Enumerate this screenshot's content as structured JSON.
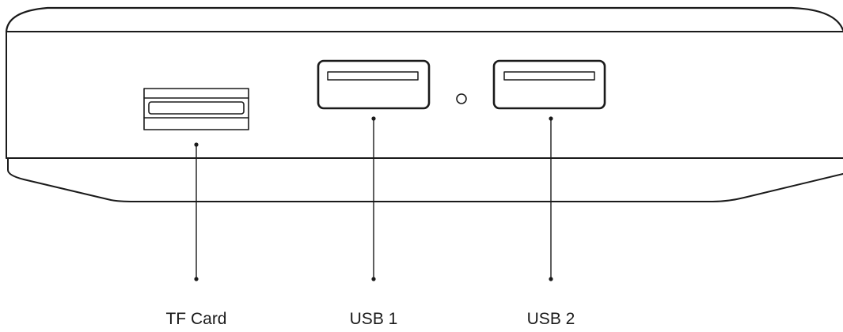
{
  "diagram": {
    "labels": {
      "tf_card": "TF Card",
      "usb1": "USB 1",
      "usb2": "USB 2"
    },
    "colors": {
      "stroke": "#1a1a1a",
      "background": "#ffffff"
    }
  }
}
